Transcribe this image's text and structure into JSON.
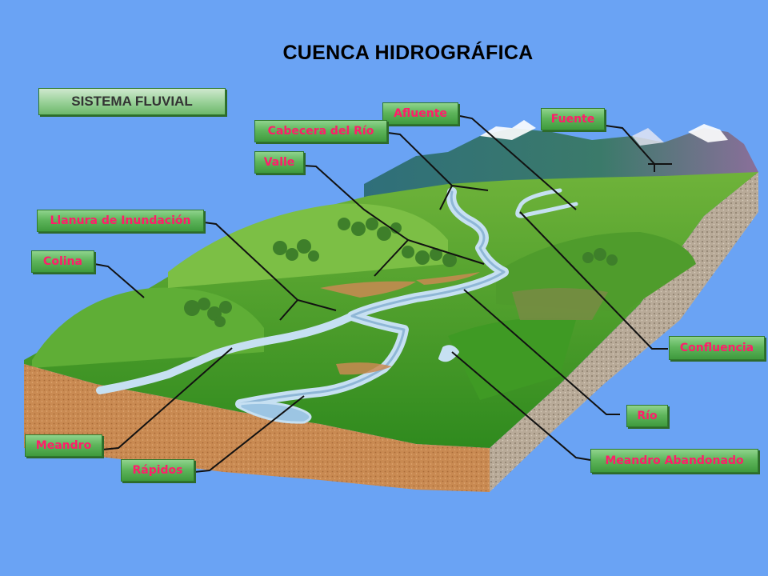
{
  "title": "CUENCA HIDROGRÁFICA",
  "header_label": "SISTEMA  FLUVIAL",
  "labels": {
    "afluente": "Afluente",
    "fuente": "Fuente",
    "cabecera": "Cabecera del Río",
    "valle": "Valle",
    "llanura": "Llanura de Inundación",
    "colina": "Colina",
    "confluencia": "Confluencia",
    "rio": "Río",
    "meandro": "Meandro",
    "rapidos": "Rápidos",
    "meandro_abandonado": "Meandro Abandonado"
  },
  "colors": {
    "background": "#6aa3f4",
    "label_text": "#ff1d6a",
    "label_fill": "#5fb65c",
    "grass": "#3f9a2a",
    "soil": "#c98a52",
    "river": "#b8d8ee",
    "mountain": "#3a7a78"
  }
}
